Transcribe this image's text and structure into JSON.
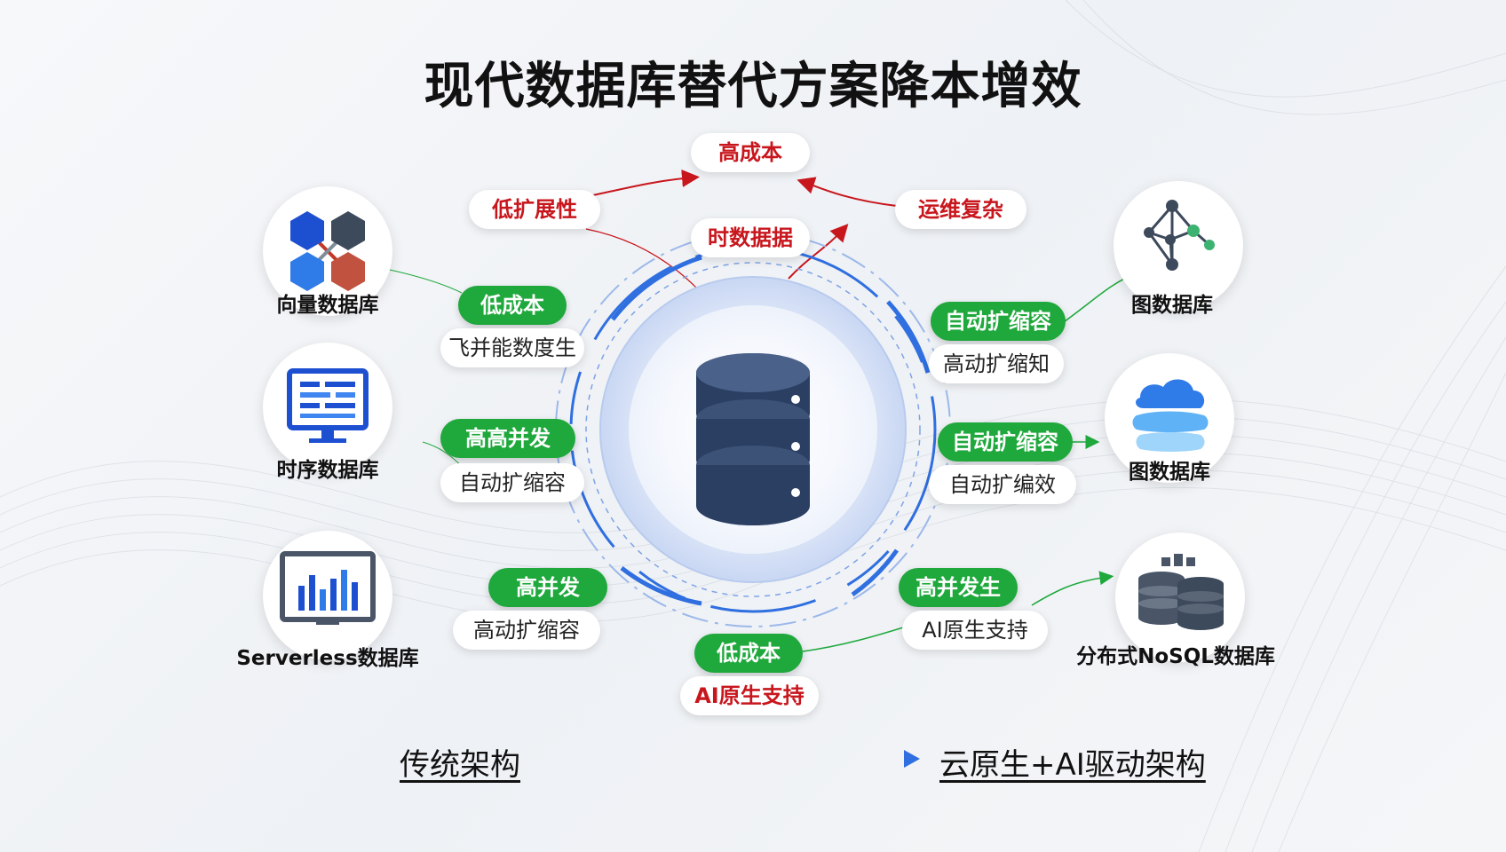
{
  "title": "现代数据库替代方案降本增效",
  "top_problems": {
    "high_cost": "高成本",
    "low_scalability": "低扩展性",
    "complex_ops": "运维复杂",
    "center_garbled": "时数据据"
  },
  "databases": {
    "vector": "向量数据库",
    "timeseries": "时序数据库",
    "serverless": "Serverless数据库",
    "graph_1": "图数据库",
    "graph_2": "图数据库",
    "nosql": "分布式NoSQL数据库"
  },
  "left_tags": {
    "vector_green": "低成本",
    "vector_plain": "飞并能数度生",
    "timeseries_green": "高高并发",
    "timeseries_plain": "自动扩缩容",
    "serverless_green": "高并发",
    "serverless_plain": "高动扩缩容"
  },
  "right_tags": {
    "graph1_green": "自动扩缩容",
    "graph1_plain": "高动扩缩知",
    "graph2_green": "自动扩缩容",
    "graph2_plain": "自动扩编效",
    "nosql_green": "高并发生",
    "nosql_plain": "AI原生支持"
  },
  "bottom_tags": {
    "green": "低成本",
    "red": "AI原生支持"
  },
  "transition": {
    "from": "传统架构",
    "to": "云原生+AI驱动架构"
  },
  "colors": {
    "red": "#c8161d",
    "green": "#1fa83c",
    "blue": "#2f6fe0",
    "navy": "#2b3f63"
  },
  "icons": {
    "center": "database-cylinder-icon",
    "vector": "hexagon-cluster-icon",
    "timeseries": "monitor-list-icon",
    "serverless": "bar-chart-screen-icon",
    "graph_1": "network-graph-icon",
    "graph_2": "cloud-layers-icon",
    "nosql": "database-servers-icon"
  }
}
